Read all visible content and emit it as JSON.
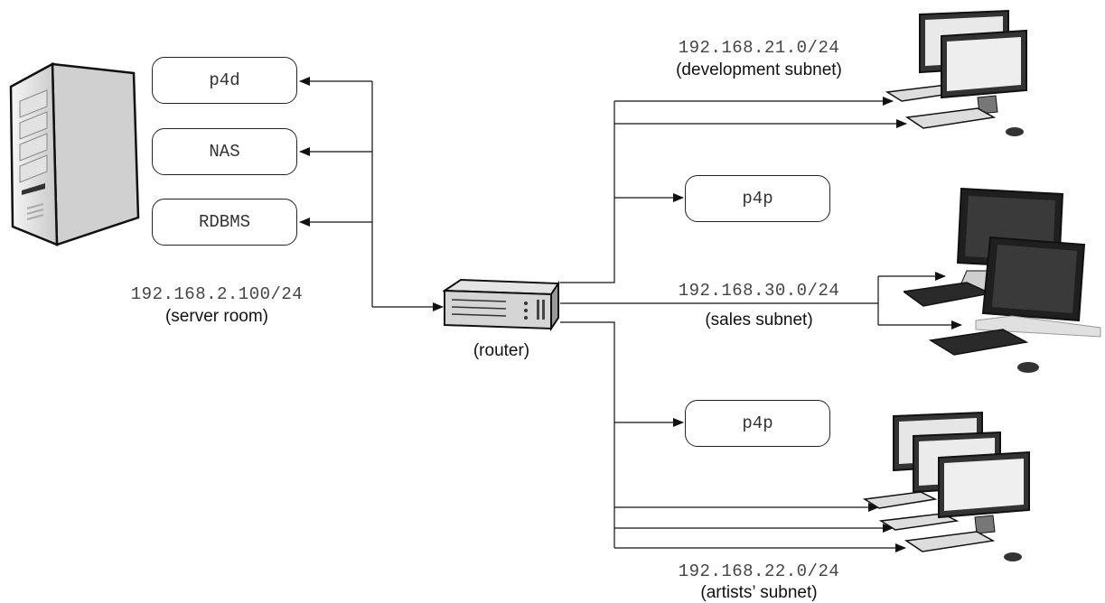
{
  "server_room": {
    "services": [
      "p4d",
      "NAS",
      "RDBMS"
    ],
    "network": "192.168.2.100/24",
    "caption": "(server room)"
  },
  "router": {
    "caption": "(router)"
  },
  "development": {
    "network": "192.168.21.0/24",
    "caption": "(development subnet)"
  },
  "proxies": [
    "p4p",
    "p4p"
  ],
  "sales": {
    "network": "192.168.30.0/24",
    "caption": "(sales subnet)"
  },
  "artists": {
    "network": "192.168.22.0/24",
    "caption": "(artists’ subnet)"
  },
  "icons": {
    "server": "server-tower-icon",
    "router": "router-icon",
    "desktop": "desktop-computer-icon",
    "all_in_one": "all-in-one-computer-icon"
  }
}
